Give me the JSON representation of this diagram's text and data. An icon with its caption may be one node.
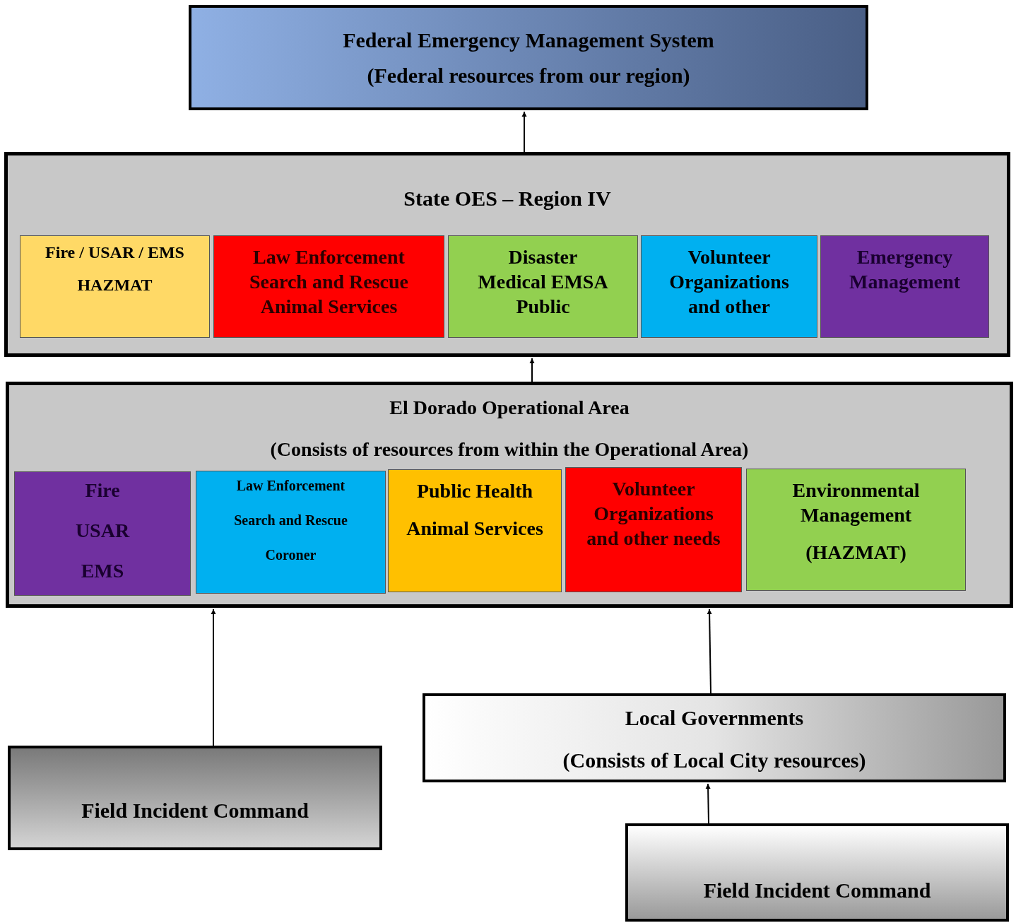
{
  "diagram": {
    "nodes": [
      {
        "text": [
          "Federal Emergency Management System",
          "(Federal resources from our region)"
        ]
      },
      {
        "text": [
          "State OES – Region IV"
        ]
      },
      {
        "text": [
          "Fire / USAR / EMS",
          "HAZMAT"
        ],
        "in": 1
      },
      {
        "text": [
          "Law Enforcement",
          "Search and Rescue",
          "Animal Services"
        ],
        "in": 1
      },
      {
        "text": [
          "Disaster",
          "Medical EMSA",
          "Public"
        ],
        "in": 1
      },
      {
        "text": [
          "Volunteer Organizations and other"
        ],
        "in": 1
      },
      {
        "text": [
          "Emergency Management"
        ],
        "in": 1
      },
      {
        "text": [
          "El Dorado Operational Area",
          "(Consists of resources from within the Operational Area)"
        ]
      },
      {
        "text": [
          "Fire",
          "USAR",
          "EMS"
        ],
        "in": 7
      },
      {
        "text": [
          "Law Enforcement",
          "Search and Rescue",
          "Coroner"
        ],
        "in": 7
      },
      {
        "text": [
          "Public Health",
          "Animal Services"
        ],
        "in": 7
      },
      {
        "text": [
          "Volunteer Organizations and other needs"
        ],
        "in": 7
      },
      {
        "text": [
          "Environmental Management",
          "(HAZMAT)"
        ],
        "in": 7
      },
      {
        "text": [
          "Field Incident Command"
        ]
      },
      {
        "text": [
          "Local Governments",
          "(Consists of Local City resources)"
        ]
      },
      {
        "text": [
          "Field Incident Command"
        ]
      }
    ],
    "edges": [
      {
        "from": 1,
        "to": 0,
        "arrow": "to"
      },
      {
        "from": 7,
        "to": 1,
        "arrow": "to"
      },
      {
        "from": 13,
        "to": 7,
        "arrow": "to"
      },
      {
        "from": 14,
        "to": 7,
        "arrow": "to"
      },
      {
        "from": 15,
        "to": 14,
        "arrow": "to"
      }
    ]
  }
}
